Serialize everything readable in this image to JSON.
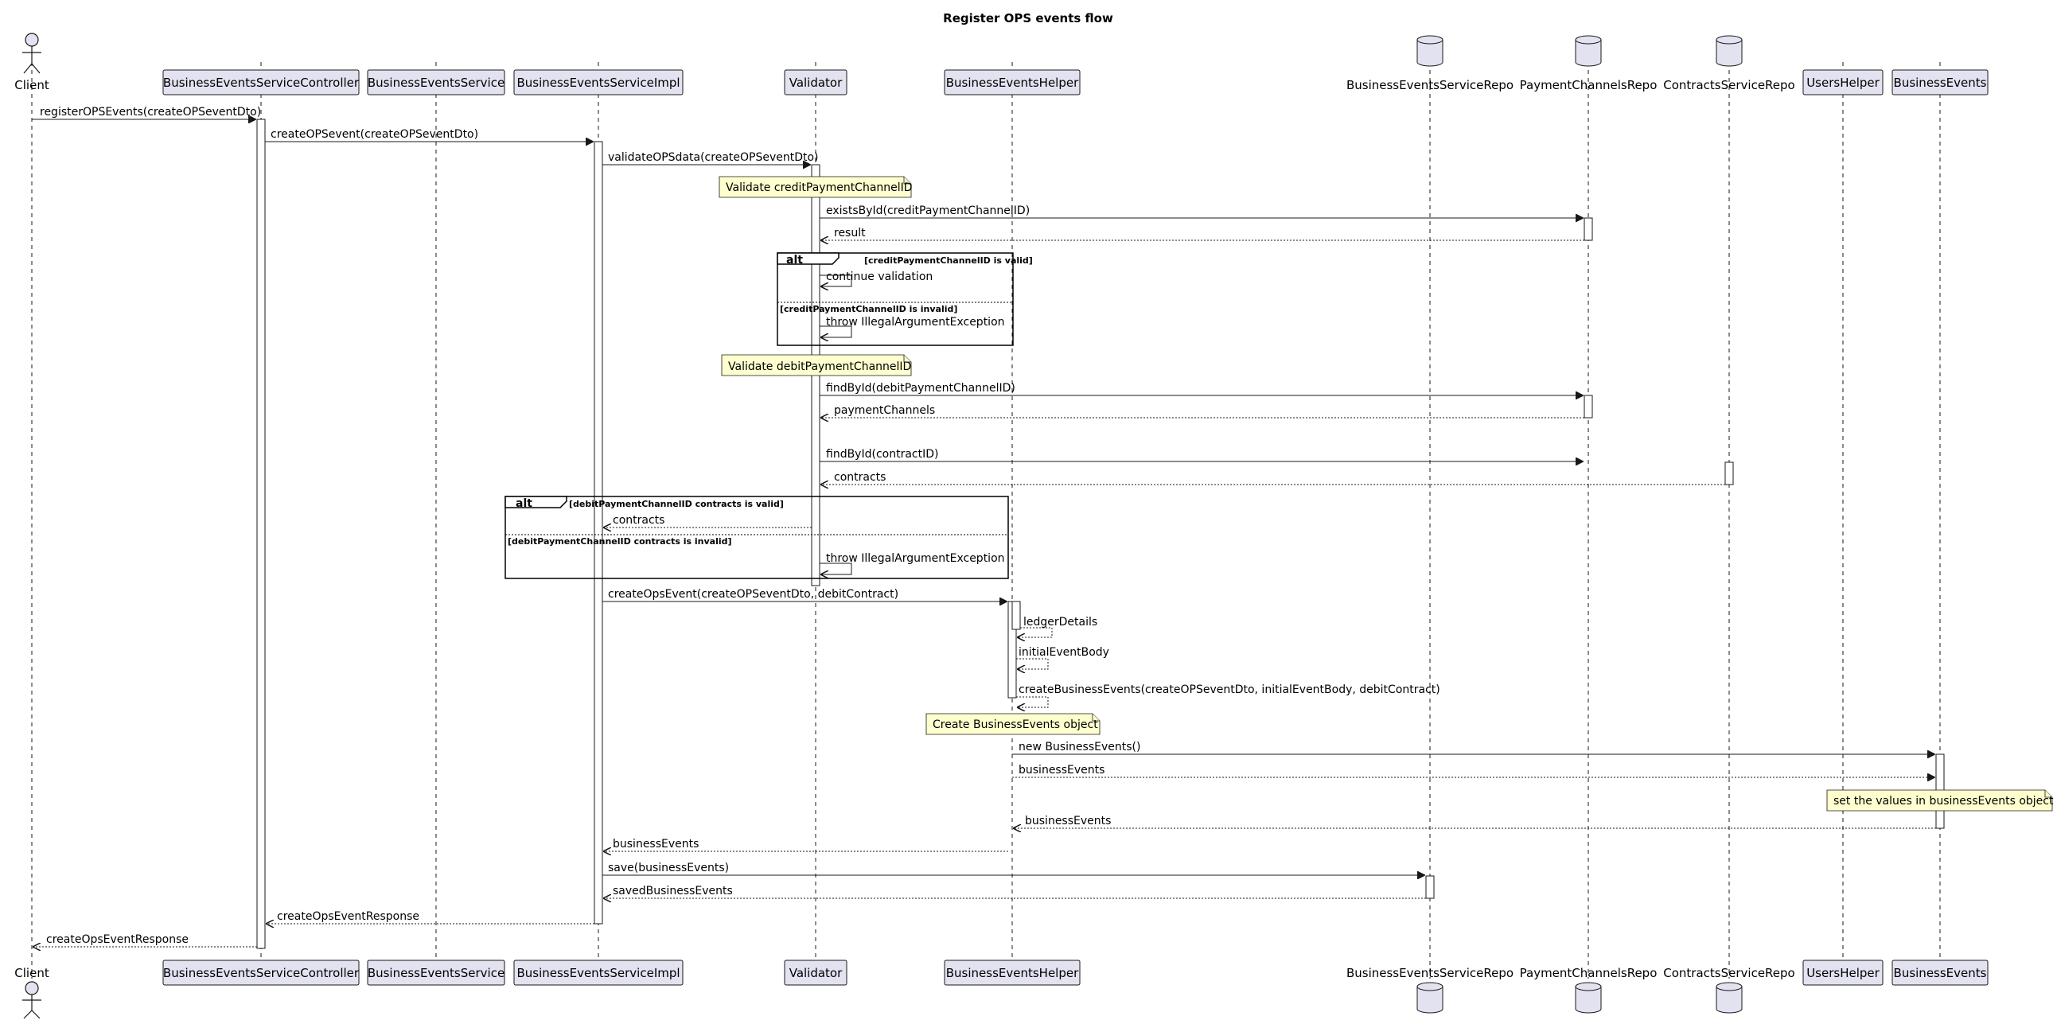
{
  "title": "Register OPS events flow",
  "colors": {
    "participant_fill": "#e2e2f0",
    "note_fill": "#fefece",
    "line": "#181818"
  },
  "participants": [
    {
      "id": "client",
      "label": "Client",
      "type": "actor"
    },
    {
      "id": "ctrl",
      "label": "BusinessEventsServiceController",
      "type": "box"
    },
    {
      "id": "svc",
      "label": "BusinessEventsService",
      "type": "box"
    },
    {
      "id": "impl",
      "label": "BusinessEventsServiceImpl",
      "type": "box"
    },
    {
      "id": "val",
      "label": "Validator",
      "type": "box"
    },
    {
      "id": "helper",
      "label": "BusinessEventsHelper",
      "type": "box"
    },
    {
      "id": "berepo",
      "label": "BusinessEventsServiceRepo",
      "type": "database"
    },
    {
      "id": "pcrepo",
      "label": "PaymentChannelsRepo",
      "type": "database"
    },
    {
      "id": "csrepo",
      "label": "ContractsServiceRepo",
      "type": "database"
    },
    {
      "id": "users",
      "label": "UsersHelper",
      "type": "box"
    },
    {
      "id": "be",
      "label": "BusinessEvents",
      "type": "box"
    }
  ],
  "messages": [
    {
      "label": "registerOPSEvents(createOPSeventDto)",
      "from": "client",
      "to": "ctrl",
      "kind": "call"
    },
    {
      "label": "createOPSevent(createOPSeventDto)",
      "from": "ctrl",
      "to": "impl",
      "kind": "call"
    },
    {
      "label": "validateOPSdata(createOPSeventDto)",
      "from": "impl",
      "to": "val",
      "kind": "call"
    },
    {
      "label": "existsById(creditPaymentChannelID)",
      "from": "val",
      "to": "pcrepo",
      "kind": "call"
    },
    {
      "label": "result",
      "from": "pcrepo",
      "to": "val",
      "kind": "return"
    },
    {
      "label": "continue validation",
      "from": "val",
      "to": "val",
      "kind": "self"
    },
    {
      "label": "throw IllegalArgumentException",
      "from": "val",
      "to": "val",
      "kind": "self"
    },
    {
      "label": "findById(debitPaymentChannelID)",
      "from": "val",
      "to": "pcrepo",
      "kind": "call"
    },
    {
      "label": "paymentChannels",
      "from": "pcrepo",
      "to": "val",
      "kind": "return"
    },
    {
      "label": "findById(contractID)",
      "from": "val",
      "to": "pcrepo",
      "kind": "call"
    },
    {
      "label": "contracts",
      "from": "csrepo",
      "to": "val",
      "kind": "return"
    },
    {
      "label": "contracts",
      "from": "val",
      "to": "impl",
      "kind": "return"
    },
    {
      "label": "throw IllegalArgumentException",
      "from": "val",
      "to": "val",
      "kind": "self"
    },
    {
      "label": "createOpsEvent(createOPSeventDto, debitContract)",
      "from": "impl",
      "to": "helper",
      "kind": "call"
    },
    {
      "label": "ledgerDetails",
      "from": "helper",
      "to": "helper",
      "kind": "selfret"
    },
    {
      "label": "initialEventBody",
      "from": "helper",
      "to": "helper",
      "kind": "selfret"
    },
    {
      "label": "createBusinessEvents(createOPSeventDto, initialEventBody, debitContract)",
      "from": "helper",
      "to": "helper",
      "kind": "selfret"
    },
    {
      "label": "new BusinessEvents()",
      "from": "helper",
      "to": "be",
      "kind": "call"
    },
    {
      "label": "businessEvents",
      "from": "helper",
      "to": "be",
      "kind": "return"
    },
    {
      "label": "businessEvents",
      "from": "be",
      "to": "helper",
      "kind": "return"
    },
    {
      "label": "businessEvents",
      "from": "helper",
      "to": "impl",
      "kind": "return"
    },
    {
      "label": "save(businessEvents)",
      "from": "impl",
      "to": "berepo",
      "kind": "call"
    },
    {
      "label": "savedBusinessEvents",
      "from": "berepo",
      "to": "impl",
      "kind": "return"
    },
    {
      "label": "createOpsEventResponse",
      "from": "impl",
      "to": "ctrl",
      "kind": "return"
    },
    {
      "label": "createOpsEventResponse",
      "from": "ctrl",
      "to": "client",
      "kind": "return"
    }
  ],
  "notes": [
    "Validate creditPaymentChannelID",
    "Validate debitPaymentChannelID",
    "Create BusinessEvents object",
    "set the values in businessEvents object"
  ],
  "frames": [
    {
      "tag": "alt",
      "cond1": "[creditPaymentChannelID is valid]",
      "cond2": "[creditPaymentChannelID is invalid]"
    },
    {
      "tag": "alt",
      "cond1": "[debitPaymentChannelID contracts is valid]",
      "cond2": "[debitPaymentChannelID contracts is invalid]"
    }
  ]
}
